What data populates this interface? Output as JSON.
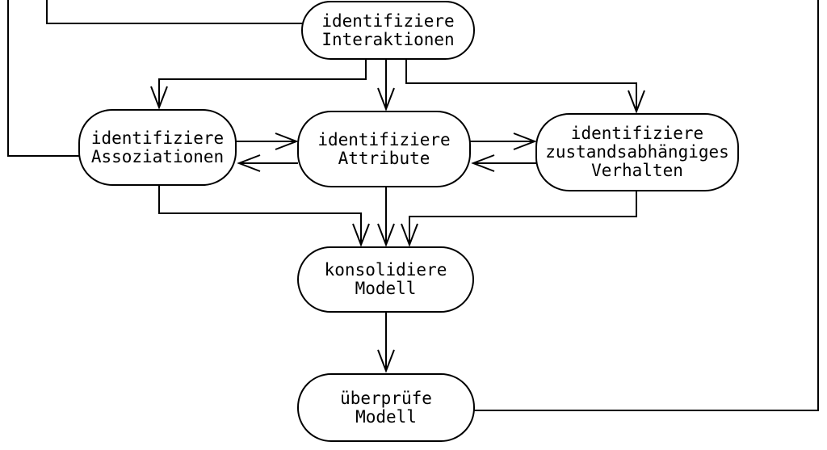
{
  "diagram": {
    "type": "flowchart",
    "language": "de",
    "colors": {
      "background": "#ffffff",
      "line": "#000000",
      "node_fill": "#ffffff",
      "text": "#000000"
    },
    "nodes": [
      {
        "id": "identifiziere-interaktionen",
        "label": "identifiziere\nInteraktionen"
      },
      {
        "id": "identifiziere-assoziationen",
        "label": "identifiziere\nAssoziationen"
      },
      {
        "id": "identifiziere-attribute",
        "label": "identifiziere\nAttribute"
      },
      {
        "id": "identifiziere-zustandsabhaengiges-verhalten",
        "label": "identifiziere\nzustandsabhängiges\nVerhalten"
      },
      {
        "id": "konsolidiere-modell",
        "label": "konsolidiere\nModell"
      },
      {
        "id": "ueberpruefe-modell",
        "label": "überprüfe\nModell"
      }
    ],
    "edges": [
      {
        "from": "top-edge-left-inner",
        "to": "identifiziere-interaktionen",
        "arrow": false
      },
      {
        "from": "top-edge-left-outer",
        "to": "identifiziere-assoziationen",
        "arrow": false
      },
      {
        "from": "identifiziere-interaktionen",
        "to": "identifiziere-assoziationen",
        "arrow": true
      },
      {
        "from": "identifiziere-interaktionen",
        "to": "identifiziere-attribute",
        "arrow": true
      },
      {
        "from": "identifiziere-interaktionen",
        "to": "identifiziere-zustandsabhaengiges-verhalten",
        "arrow": true
      },
      {
        "from": "identifiziere-assoziationen",
        "to": "identifiziere-attribute",
        "arrow": true
      },
      {
        "from": "identifiziere-attribute",
        "to": "identifiziere-assoziationen",
        "arrow": true
      },
      {
        "from": "identifiziere-attribute",
        "to": "identifiziere-zustandsabhaengiges-verhalten",
        "arrow": true
      },
      {
        "from": "identifiziere-zustandsabhaengiges-verhalten",
        "to": "identifiziere-attribute",
        "arrow": true
      },
      {
        "from": "identifiziere-assoziationen",
        "to": "konsolidiere-modell",
        "arrow": true
      },
      {
        "from": "identifiziere-attribute",
        "to": "konsolidiere-modell",
        "arrow": true
      },
      {
        "from": "identifiziere-zustandsabhaengiges-verhalten",
        "to": "konsolidiere-modell",
        "arrow": true
      },
      {
        "from": "konsolidiere-modell",
        "to": "ueberpruefe-modell",
        "arrow": true
      },
      {
        "from": "ueberpruefe-modell",
        "to": "top-edge-right",
        "arrow": false
      }
    ]
  }
}
